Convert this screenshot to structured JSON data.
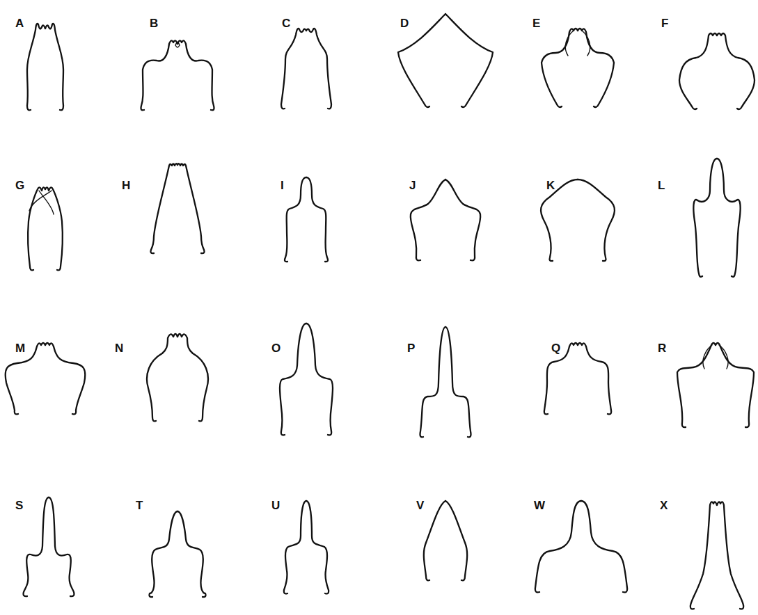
{
  "diagram": {
    "labels": [
      "A",
      "B",
      "C",
      "D",
      "E",
      "F",
      "G",
      "H",
      "I",
      "J",
      "K",
      "L",
      "M",
      "N",
      "O",
      "P",
      "Q",
      "R",
      "S",
      "T",
      "U",
      "V",
      "W",
      "X"
    ]
  }
}
